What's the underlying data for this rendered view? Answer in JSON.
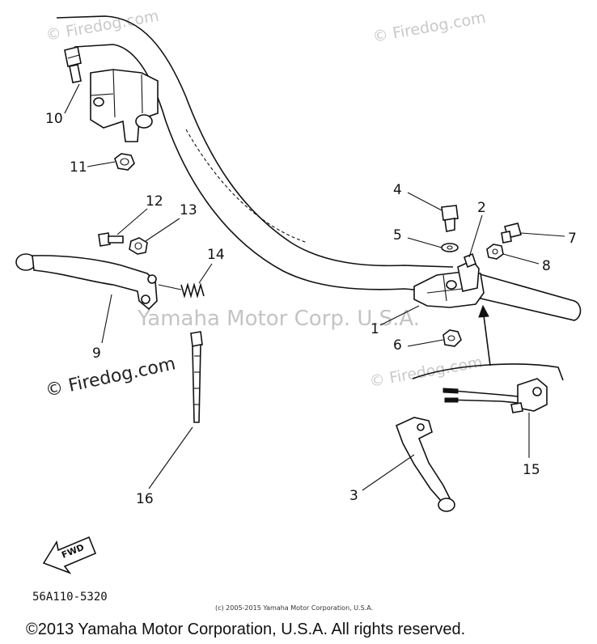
{
  "watermarks": {
    "top_left": "© Firedog.com",
    "top_right": "© Firedog.com",
    "left": "© Firedog.com",
    "right": "© Firedog.com",
    "center": "Yamaha Motor Corp. U.S.A."
  },
  "callouts": {
    "c1": "1",
    "c2": "2",
    "c3": "3",
    "c4": "4",
    "c5": "5",
    "c6": "6",
    "c7": "7",
    "c8": "8",
    "c9": "9",
    "c10": "10",
    "c11": "11",
    "c12": "12",
    "c13": "13",
    "c14": "14",
    "c15": "15",
    "c16": "16"
  },
  "fwd_label": "FWD",
  "diagram_code": "56A110-5320",
  "small_copyright": "(c) 2005-2015 Yamaha Motor Corporation, U.S.A.",
  "footer_copyright": "©2013 Yamaha Motor Corporation, U.S.A. All rights reserved."
}
